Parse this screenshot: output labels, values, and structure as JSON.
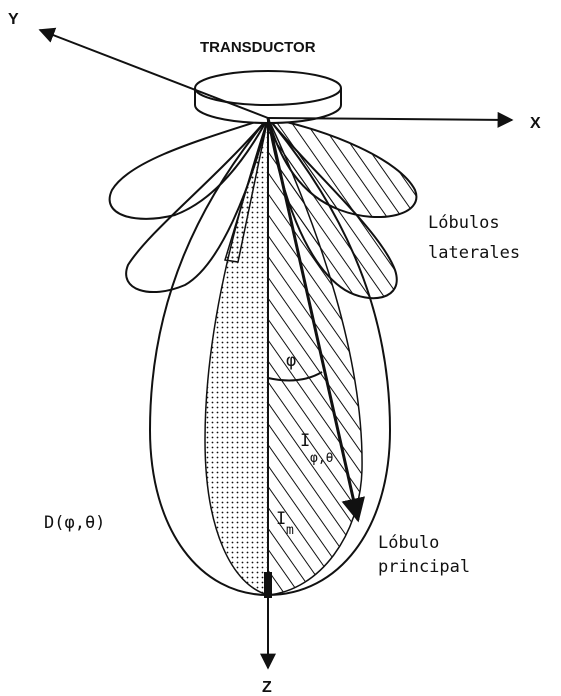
{
  "labels": {
    "axis_y": "Y",
    "axis_x": "X",
    "axis_z": "Z",
    "transducer": "TRANSDUCTOR",
    "side_lobes_line1": "Lóbulos",
    "side_lobes_line2": "laterales",
    "main_lobe_line1": "Lóbulo",
    "main_lobe_line2": "principal",
    "phi": "φ",
    "intensity_phi_theta": "I",
    "intensity_phi_theta_sub": "φ,θ",
    "intensity_m": "I",
    "intensity_m_sub": "m",
    "directivity": "D(φ,θ)"
  },
  "colors": {
    "ink": "#111111",
    "paper": "#ffffff"
  }
}
